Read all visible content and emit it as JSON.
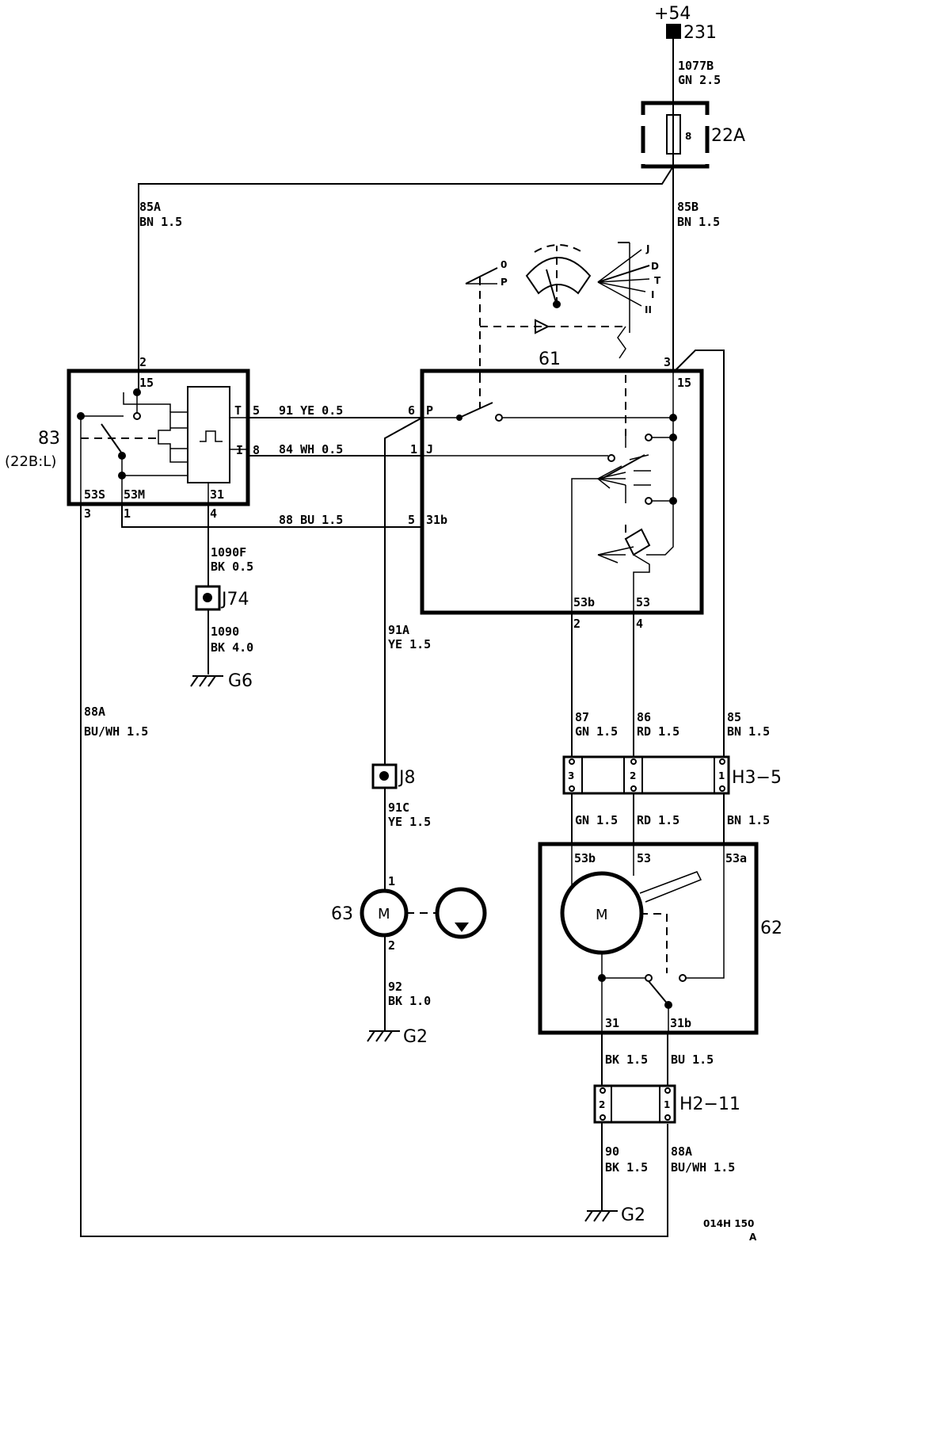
{
  "supply": {
    "label": "+54",
    "terminal": "231"
  },
  "fuse": {
    "id": "22A",
    "rating": "8"
  },
  "wire_labels": {
    "w1077b_code": "1077B",
    "w1077b_spec": "GN 2.5",
    "w85a_code": "85A",
    "w85a_spec": "BN 1.5",
    "w85b_code": "85B",
    "w85b_spec": "BN 1.5",
    "w91": "91  YE  0.5",
    "w84": "84  WH  0.5",
    "w88": "88  BU  1.5",
    "w1090f_code": "1090F",
    "w1090f_spec": "BK 0.5",
    "w1090_code": "1090",
    "w1090_spec": "BK 4.0",
    "w88a_code": "88A",
    "w88a_spec": "BU/WH 1.5",
    "w91a_code": "91A",
    "w91a_spec": "YE 1.5",
    "w91c_code": "91C",
    "w91c_spec": "YE 1.5",
    "w92_code": "92",
    "w92_spec": "BK 1.0",
    "w87_code": "87",
    "w87_spec": "GN 1.5",
    "w86_code": "86",
    "w86_spec": "RD 1.5",
    "w85_code": "85",
    "w85_spec": "BN 1.5",
    "gn_spec": "GN 1.5",
    "rd_spec": "RD 1.5",
    "bn_spec": "BN 1.5",
    "bk_spec": "BK 1.5",
    "bu_spec": "BU 1.5",
    "w90_code": "90",
    "w90_spec": "BK 1.5",
    "w88a2_code": "88A",
    "w88a2_spec": "BU/WH 1.5"
  },
  "relay": {
    "id": "83",
    "sub": "(22B:L)",
    "pin_2": "2",
    "pin_15": "15",
    "pin_T": "T",
    "pin_5": "5",
    "pin_I": "I",
    "pin_8": "8",
    "pin_53S": "53S",
    "pin_53M": "53M",
    "pin_31": "31",
    "pin_3": "3",
    "pin_1": "1",
    "pin_4": "4"
  },
  "switch": {
    "id": "61",
    "pin_6": "6",
    "pin_P": "P",
    "pin_1": "1",
    "pin_J": "J",
    "pin_5": "5",
    "pin_31b": "31b",
    "pin_3": "3",
    "pin_15": "15",
    "pin_53b": "53b",
    "pin_53": "53",
    "pin_2": "2",
    "pin_4": "4",
    "pos_0": "0",
    "pos_P": "P",
    "pos_J": "J",
    "pos_D": "D",
    "pos_T": "T",
    "pos_I": "I",
    "pos_II": "II"
  },
  "grounds": {
    "g6": "G6",
    "g2a": "G2",
    "g2b": "G2"
  },
  "junctions": {
    "j74": "J74",
    "j8": "J8"
  },
  "connectors": {
    "h35": "H3−5",
    "h35_p3": "3",
    "h35_p2": "2",
    "h35_p1": "1",
    "h211": "H2−11",
    "h211_p2": "2",
    "h211_p1": "1"
  },
  "washer_pump": {
    "id": "63",
    "symbol": "M",
    "pin_1": "1",
    "pin_2": "2"
  },
  "wiper_motor": {
    "id": "62",
    "symbol": "M",
    "pin_53b": "53b",
    "pin_53": "53",
    "pin_53a": "53a",
    "pin_31": "31",
    "pin_31b": "31b"
  },
  "footer": {
    "code": "014H 150",
    "rev": "A"
  }
}
